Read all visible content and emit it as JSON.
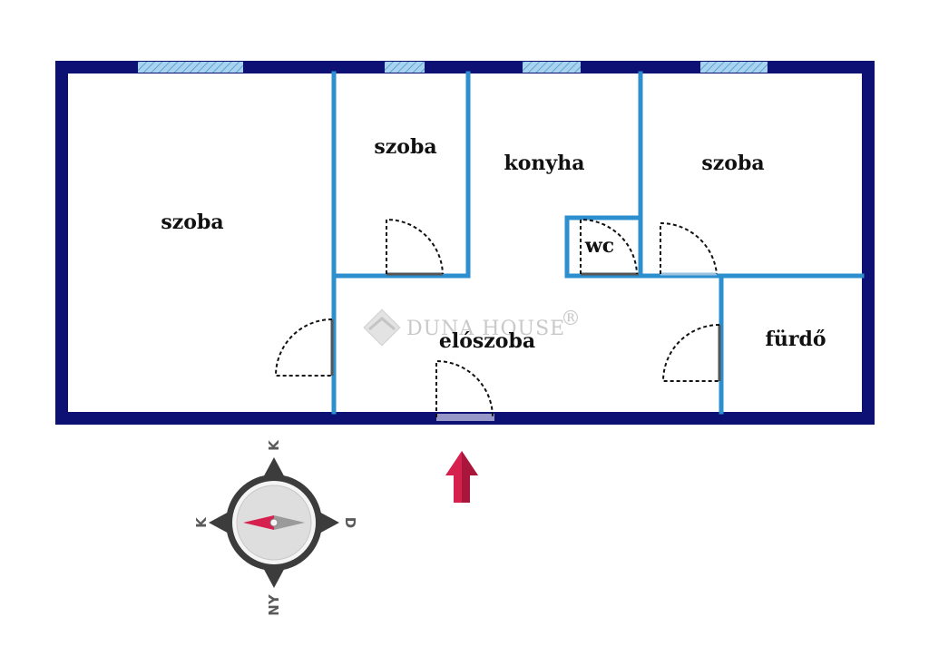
{
  "rooms": {
    "szoba_left": "szoba",
    "szoba_small": "szoba",
    "konyha": "konyha",
    "szoba_right": "szoba",
    "wc": "wc",
    "eloszoba": "elószoba",
    "furdo": "fürdő"
  },
  "watermark": {
    "brand": "DUNA HOUSE",
    "mark": "®"
  },
  "compass": {
    "north": "K",
    "west": "K",
    "east": "D",
    "south": "NY"
  },
  "colors": {
    "outer_wall": "#0d1173",
    "inner_wall": "#2e8fcf",
    "window": "#8fc4e6",
    "door": "#111111",
    "arrow": "#d6204e",
    "compass_ring": "#3c3c3c",
    "compass_face": "#e4e4e4",
    "needle_red": "#d6204e",
    "needle_grey": "#9a9a9a"
  },
  "icons": [
    "entrance-arrow-icon",
    "compass-icon",
    "duna-house-logo-icon"
  ]
}
